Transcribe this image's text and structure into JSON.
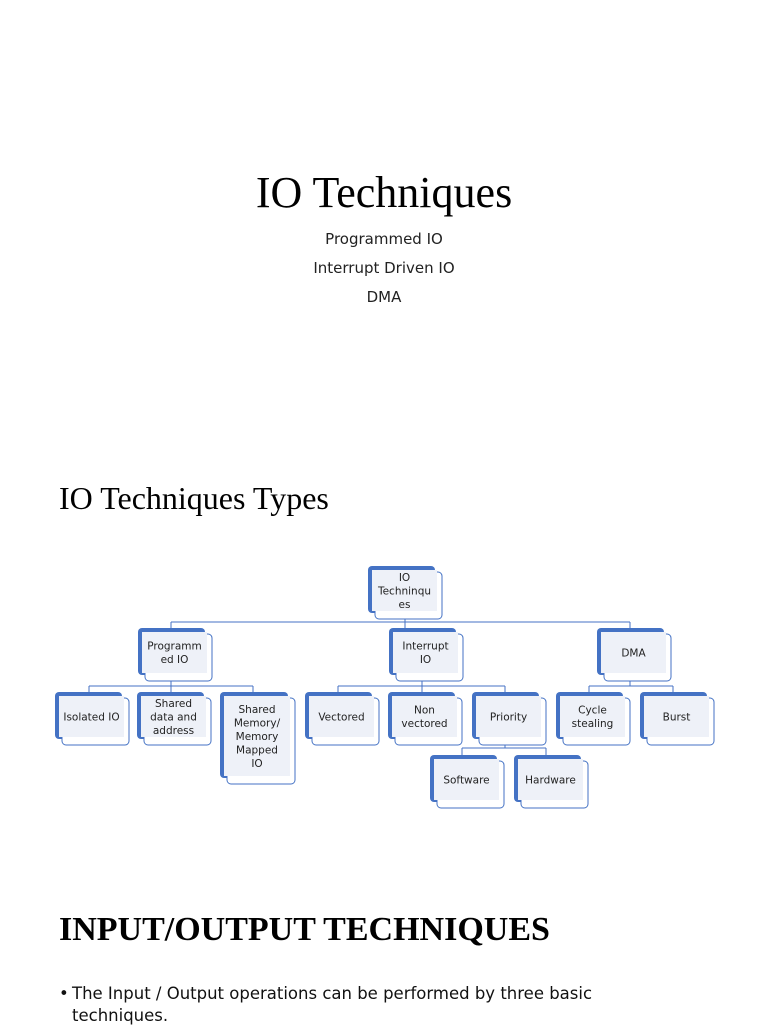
{
  "slide1": {
    "title": "IO Techniques",
    "lines": [
      "Programmed IO",
      "Interrupt Driven IO",
      "DMA"
    ]
  },
  "slide2": {
    "title": "IO Techniques Types",
    "diagram": {
      "accent_color": "#4472c4",
      "box_fill": "#ffffff",
      "label_bg": "#eef1f8",
      "nodes": {
        "root": [
          "IO",
          "Techninqu",
          "es"
        ],
        "programmed": [
          "Programm",
          "ed IO"
        ],
        "interrupt": [
          "Interrupt",
          "IO"
        ],
        "dma": [
          "DMA"
        ],
        "isolated": [
          "Isolated IO"
        ],
        "shared": [
          "Shared",
          "data and",
          "address"
        ],
        "memmapped": [
          "Shared",
          "Memory/",
          "Memory",
          "Mapped",
          "IO"
        ],
        "vectored": [
          "Vectored"
        ],
        "nonvectored": [
          "Non",
          "vectored"
        ],
        "priority": [
          "Priority"
        ],
        "software": [
          "Software"
        ],
        "hardware": [
          "Hardware"
        ],
        "cycle": [
          "Cycle",
          "stealing"
        ],
        "burst": [
          "Burst"
        ]
      }
    }
  },
  "slide3": {
    "title": "INPUT/OUTPUT TECHNIQUES",
    "bullet": "The Input / Output operations can be performed by three basic techniques."
  }
}
